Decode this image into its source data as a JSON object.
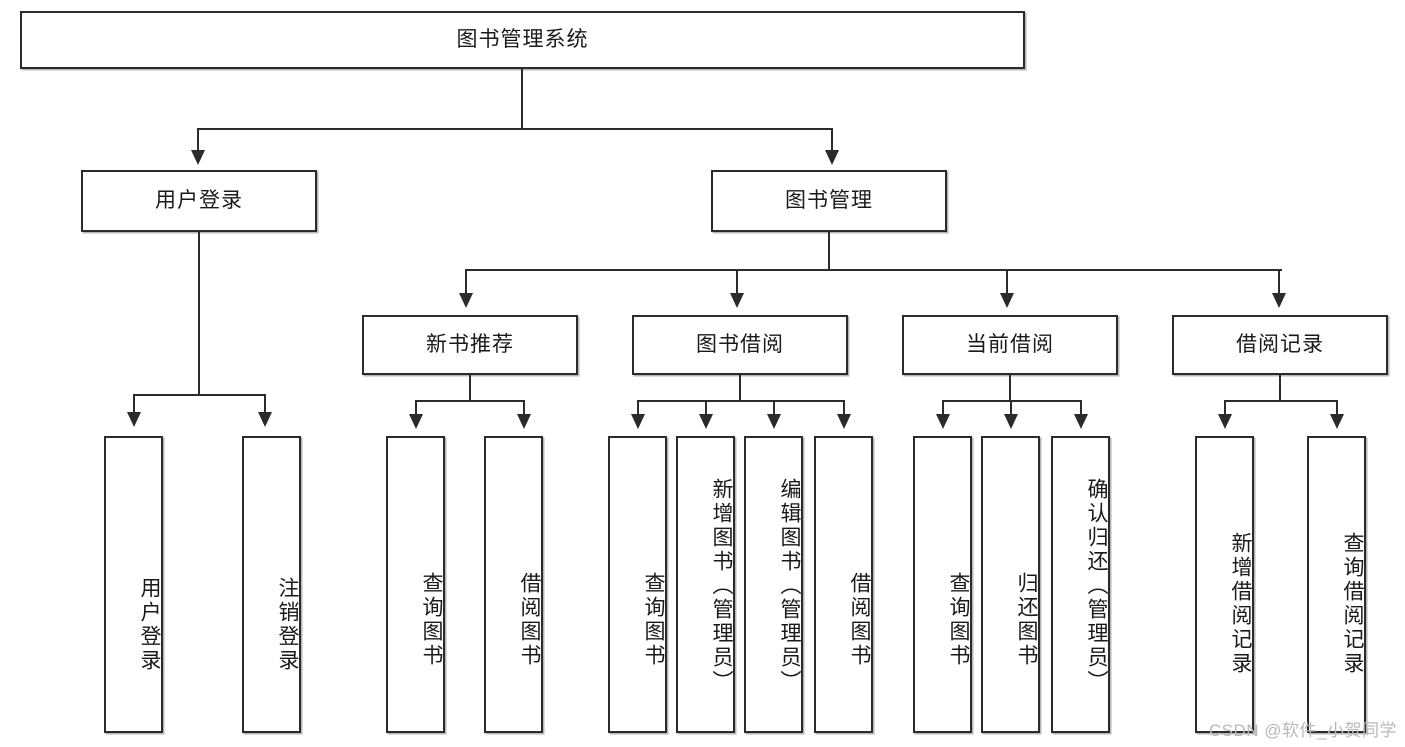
{
  "diagram": {
    "type": "tree-hierarchy",
    "title": "图书管理系统",
    "watermark": "CSDN @软件_小贺同学",
    "root": {
      "label": "图书管理系统",
      "children": [
        {
          "label": "用户登录",
          "children": [
            {
              "label": "用户登录"
            },
            {
              "label": "注销登录"
            }
          ]
        },
        {
          "label": "图书管理",
          "children": [
            {
              "label": "新书推荐",
              "children": [
                {
                  "label": "查询图书"
                },
                {
                  "label": "借阅图书"
                }
              ]
            },
            {
              "label": "图书借阅",
              "children": [
                {
                  "label": "查询图书"
                },
                {
                  "label": "新增图书（管理员）"
                },
                {
                  "label": "编辑图书（管理员）"
                },
                {
                  "label": "借阅图书"
                }
              ]
            },
            {
              "label": "当前借阅",
              "children": [
                {
                  "label": "查询图书"
                },
                {
                  "label": "归还图书"
                },
                {
                  "label": "确认归还（管理员）"
                }
              ]
            },
            {
              "label": "借阅记录",
              "children": [
                {
                  "label": "新增借阅记录"
                },
                {
                  "label": "查询借阅记录"
                }
              ]
            }
          ]
        }
      ]
    },
    "nodes": {
      "root": "图书管理系统",
      "l1_user_login": "用户登录",
      "l1_book_mgmt": "图书管理",
      "l2_new_book": "新书推荐",
      "l2_borrow": "图书借阅",
      "l2_current": "当前借阅",
      "l2_record": "借阅记录",
      "leaf_user_login": "用户登录",
      "leaf_logout": "注销登录",
      "leaf_nb_query": "查询图书",
      "leaf_nb_borrow": "借阅图书",
      "leaf_bb_query": "查询图书",
      "leaf_bb_add": "新增图书（管理员）",
      "leaf_bb_edit": "编辑图书（管理员）",
      "leaf_bb_borrow": "借阅图书",
      "leaf_cb_query": "查询图书",
      "leaf_cb_return": "归还图书",
      "leaf_cb_confirm": "确认归还（管理员）",
      "leaf_rec_add": "新增借阅记录",
      "leaf_rec_query": "查询借阅记录"
    },
    "colors": {
      "stroke": "#2b2b2b",
      "fill": "#ffffff",
      "text": "#1a1a1a",
      "watermark": "#b9b9b9"
    }
  }
}
